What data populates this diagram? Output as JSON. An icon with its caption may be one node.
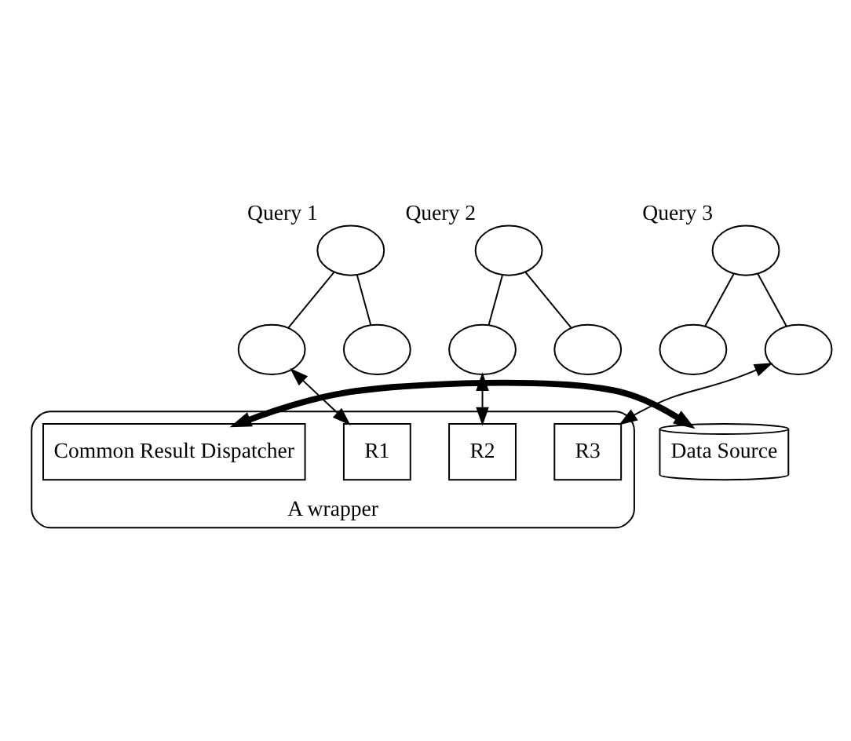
{
  "diagram": {
    "nodes": [
      {
        "text": [],
        "shape": "circle",
        "beside": [
          "Query 1"
        ]
      },
      {
        "text": [],
        "shape": "circle"
      },
      {
        "text": [],
        "shape": "circle"
      },
      {
        "text": [],
        "shape": "circle",
        "beside": [
          "Query 2"
        ]
      },
      {
        "text": [],
        "shape": "circle"
      },
      {
        "text": [],
        "shape": "circle"
      },
      {
        "text": [],
        "shape": "circle",
        "beside": [
          "Query 3"
        ]
      },
      {
        "text": [],
        "shape": "circle"
      },
      {
        "text": [],
        "shape": "circle"
      },
      {
        "text": [
          "A wrapper"
        ]
      },
      {
        "text": [
          "R1"
        ],
        "in": 9
      },
      {
        "text": [
          "R2"
        ],
        "in": 9
      },
      {
        "text": [
          "R3"
        ],
        "in": 9
      },
      {
        "text": [
          "Common Result Dispatcher"
        ],
        "in": 9
      },
      {
        "text": [
          "Data Source"
        ]
      }
    ],
    "edges": [
      {
        "from": 0,
        "to": 1,
        "arrow": "none"
      },
      {
        "from": 0,
        "to": 2,
        "arrow": "none"
      },
      {
        "from": 3,
        "to": 4,
        "arrow": "none"
      },
      {
        "from": 3,
        "to": 5,
        "arrow": "none"
      },
      {
        "from": 6,
        "to": 7,
        "arrow": "none"
      },
      {
        "from": 6,
        "to": 8,
        "arrow": "none"
      },
      {
        "from": 1,
        "to": 10,
        "arrow": "both"
      },
      {
        "from": 4,
        "to": 11,
        "arrow": "both"
      },
      {
        "from": 8,
        "to": 12,
        "arrow": "both"
      },
      {
        "from": 13,
        "to": 14,
        "arrow": "both",
        "style": "thick"
      }
    ]
  }
}
